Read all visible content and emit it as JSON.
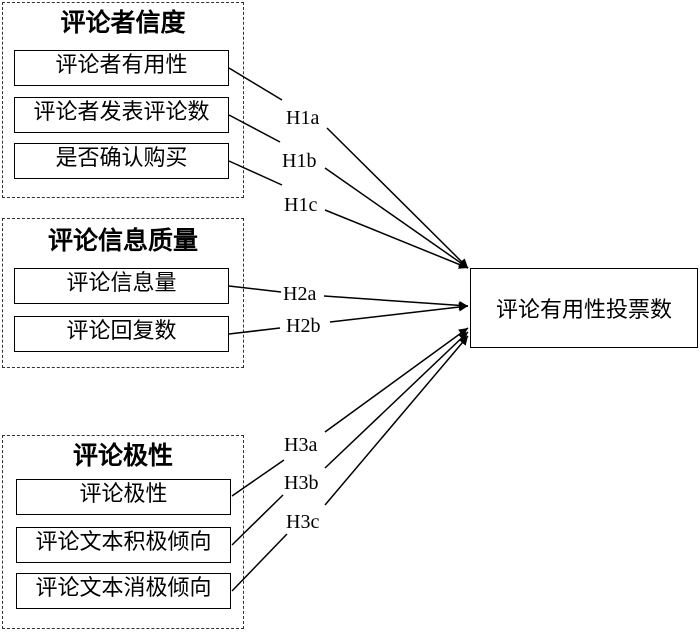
{
  "groups": [
    {
      "title": "评论者信度",
      "factors": [
        "评论者有用性",
        "评论者发表评论数",
        "是否确认购买"
      ]
    },
    {
      "title": "评论信息质量",
      "factors": [
        "评论信息量",
        "评论回复数"
      ]
    },
    {
      "title": "评论极性",
      "factors": [
        "评论极性",
        "评论文本积极倾向",
        "评论文本消极倾向"
      ]
    }
  ],
  "target": "评论有用性投票数",
  "hypotheses": [
    "H1a",
    "H1b",
    "H1c",
    "H2a",
    "H2b",
    "H3a",
    "H3b",
    "H3c"
  ]
}
